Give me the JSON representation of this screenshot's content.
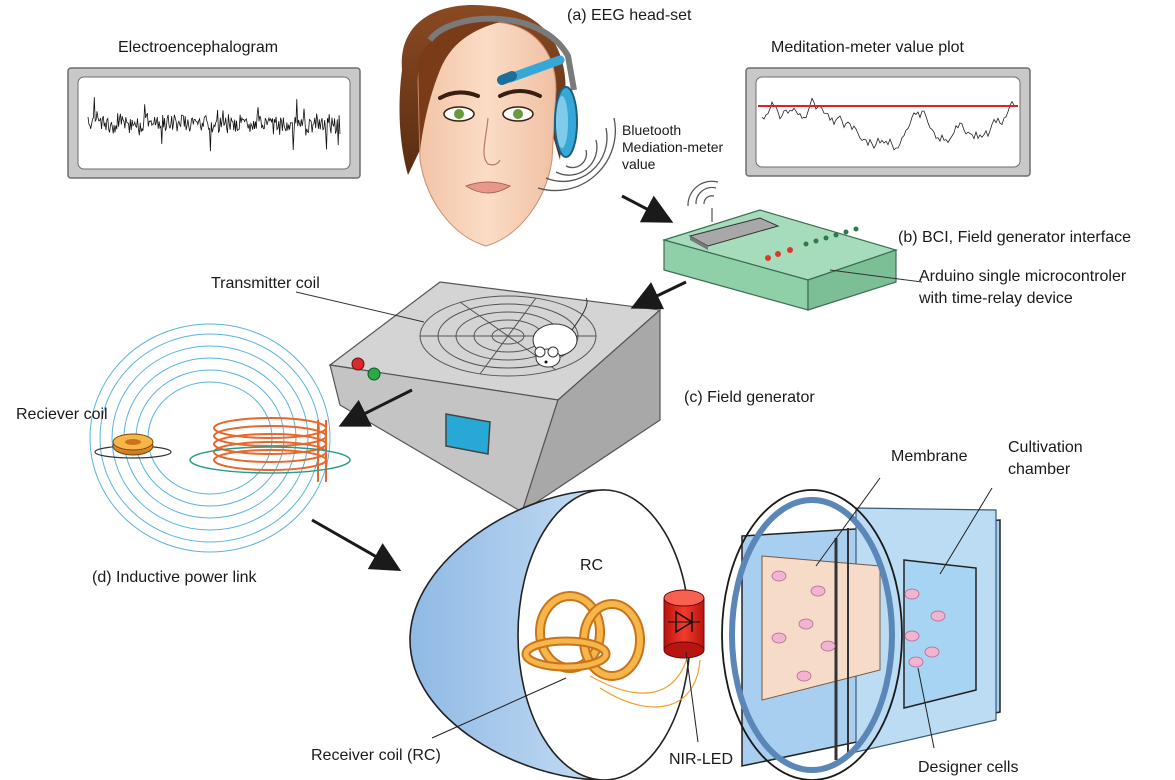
{
  "labels": {
    "eeg_headset": "(a) EEG head-set",
    "electroencephalogram": "Electroencephalogram",
    "meditation_plot": "Meditation-meter value plot",
    "bluetooth_line1": "Bluetooth",
    "bluetooth_line2": "Mediation-meter",
    "bluetooth_line3": "value",
    "bci": "(b) BCI, Field generator interface",
    "arduino_line1": "Arduino single microcontroler",
    "arduino_line2": "with time-relay device",
    "transmitter_coil": "Transmitter coil",
    "field_generator": "(c) Field generator",
    "reciever_coil": "Reciever coil",
    "inductive_power_link": "(d) Inductive power link",
    "membrane": "Membrane",
    "cultivation_line1": "Cultivation",
    "cultivation_line2": "chamber",
    "rc": "RC",
    "receiver_coil_rc": "Receiver coil (RC)",
    "nir_led": "NIR-LED",
    "designer_cells": "Designer cells"
  },
  "colors": {
    "monitor_frame": "#c8c8c8",
    "meditation_threshold": "#e0202a",
    "headphone_blue": "#36a8d8",
    "interface_green": "#8fd0a8",
    "field_generator_grey": "#c4c4c4",
    "coil_orange": "#e8892a",
    "field_lines": "#5ab4e0",
    "chamber_blue": "#a8cff0",
    "membrane_tan": "#f6dcc8",
    "cell_pink": "#f3b4d2",
    "led_red": "#e8241c"
  },
  "icons": [
    "eeg-signal-icon",
    "meditation-signal-icon",
    "face-icon",
    "headphone-icon",
    "bluetooth-waves-icon",
    "mouse-icon",
    "coil-icon",
    "led-icon"
  ]
}
